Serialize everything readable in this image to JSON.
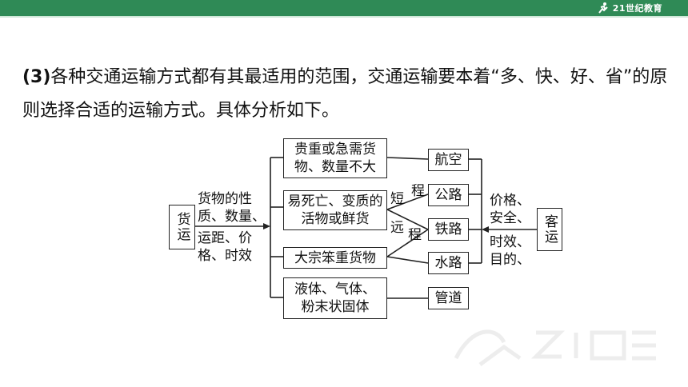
{
  "header": {
    "logo_text": "21世纪教育"
  },
  "paragraph": {
    "prefix": "(3)",
    "text": "各种交通运输方式都有其最适用的范围，交通运输要本着“多、快、好、省”的原则选择合适的运输方式。具体分析如下。"
  },
  "diagram": {
    "left_box": "货运",
    "right_box": "客运",
    "left_factors_top": "货物的性质、数量、",
    "left_factors_bottom": "运距、价格、时效",
    "cargo_types": [
      "贵重或急需货物、数量不大",
      "易死亡、变质的活物或鲜货",
      "大宗笨重货物",
      "液体、气体、粉末状固体"
    ],
    "modes": [
      "航空",
      "公路",
      "铁路",
      "水路",
      "管道"
    ],
    "short_label": "短",
    "short_cheng": "程",
    "long_label": "远",
    "long_cheng": "程",
    "right_factors_top": "价格、安全、",
    "right_factors_bottom": "时效、目的、"
  },
  "colors": {
    "header": "#2f8a56",
    "accent_light": "#cfe7d8",
    "line": "#222222"
  }
}
